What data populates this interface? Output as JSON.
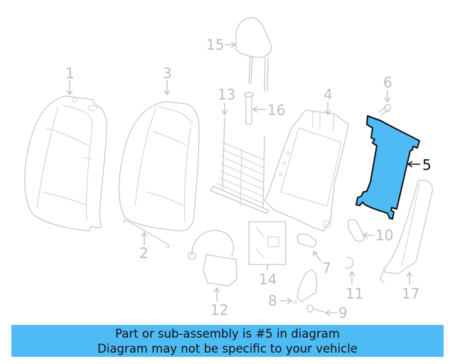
{
  "diagram": {
    "highlight_color": "#4fbbf5",
    "line_color": "#c8c8c8",
    "highlighted_part": "5",
    "callouts": [
      {
        "id": "1",
        "label": "1",
        "part": "seat-back-cover-left"
      },
      {
        "id": "2",
        "label": "2",
        "part": "rod"
      },
      {
        "id": "3",
        "label": "3",
        "part": "seat-back-cover"
      },
      {
        "id": "4",
        "label": "4",
        "part": "seat-back-frame"
      },
      {
        "id": "5",
        "label": "5",
        "part": "back-panel",
        "highlighted": true
      },
      {
        "id": "6",
        "label": "6",
        "part": "screw"
      },
      {
        "id": "7",
        "label": "7",
        "part": "bracket"
      },
      {
        "id": "8",
        "label": "8",
        "part": "side-cover"
      },
      {
        "id": "9",
        "label": "9",
        "part": "bolt"
      },
      {
        "id": "10",
        "label": "10",
        "part": "knob"
      },
      {
        "id": "11",
        "label": "11",
        "part": "clip"
      },
      {
        "id": "12",
        "label": "12",
        "part": "lumbar-module"
      },
      {
        "id": "13",
        "label": "13",
        "part": "spring-mat"
      },
      {
        "id": "14",
        "label": "14",
        "part": "hook-kit"
      },
      {
        "id": "15",
        "label": "15",
        "part": "headrest"
      },
      {
        "id": "16",
        "label": "16",
        "part": "headrest-guide"
      },
      {
        "id": "17",
        "label": "17",
        "part": "side-trim"
      }
    ]
  },
  "banner": {
    "line1": "Part or sub-assembly is #5 in diagram",
    "line2": "Diagram may not be specific to your vehicle",
    "background": "#4fbbf5"
  }
}
